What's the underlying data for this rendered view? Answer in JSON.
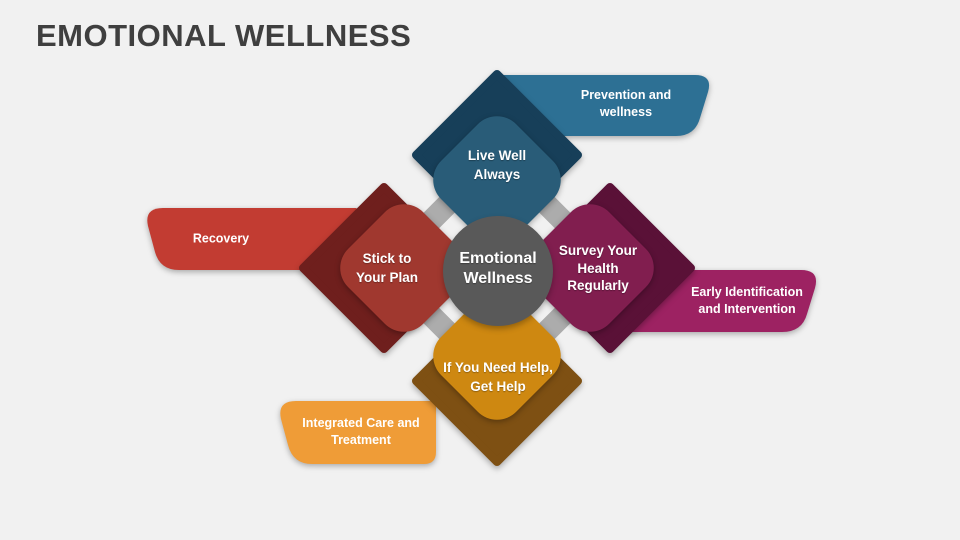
{
  "title": "EMOTIONAL WELLNESS",
  "colors": {
    "background": "#F1F1F1",
    "title_text": "#3F3F3F",
    "ring": "#ACACAC",
    "label_text": "#FFFFFF"
  },
  "center": {
    "label": "Emotional\nWellness",
    "fill": "#595959"
  },
  "quadrants": {
    "top": {
      "label": "Live Well\nAlways",
      "banner_label": "Prevention and\nwellness",
      "dark": "#173F59",
      "light": "#295C78",
      "banner": "#2D7094"
    },
    "right": {
      "label": "Survey Your\nHealth\nRegularly",
      "banner_label": "Early Identification\nand Intervention",
      "dark": "#5A1137",
      "light": "#811E4F",
      "banner": "#9D2262"
    },
    "bottom": {
      "label": "If You Need Help,\nGet Help",
      "banner_label": "Integrated Care and\nTreatment",
      "dark": "#7E5013",
      "light": "#CE8811",
      "banner": "#EF9C37"
    },
    "left": {
      "label": "Stick to\nYour Plan",
      "banner_label": "Recovery",
      "dark": "#6F1F1D",
      "light": "#A0382F",
      "banner": "#C23C32"
    }
  }
}
